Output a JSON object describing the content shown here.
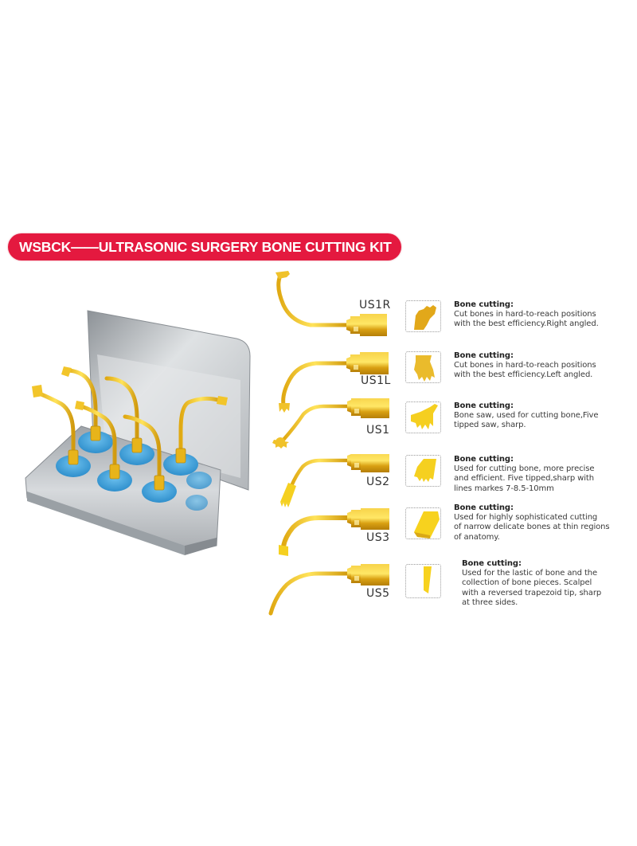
{
  "banner": {
    "title": "WSBCK——ULTRASONIC SURGERY BONE CUTTING KIT",
    "color": "#e4193f"
  },
  "kit_image": {
    "description": "Stainless steel autoclavable box holding six gold-coated ultrasonic tips in blue silicone holders",
    "tips_count": 6
  },
  "tips": [
    {
      "model": "US1R",
      "title": "Bone cutting:",
      "description": "Cut bones in hard-to-reach positions\nwith the best efficiency.Right  angled."
    },
    {
      "model": "US1L",
      "title": "Bone cutting:",
      "description": "Cut bones in hard-to-reach positions\nwith the best efficiency.Left angled."
    },
    {
      "model": "US1",
      "title": "Bone cutting:",
      "description": "Bone saw, used for cutting bone,Five\ntipped saw, sharp."
    },
    {
      "model": "US2",
      "title": "Bone cutting:",
      "description": "Used for cutting bone, more precise\nand efficient. Five tipped,sharp with\nlines markes 7-8.5-10mm"
    },
    {
      "model": "US3",
      "title": "Bone cutting:",
      "description": "Used for highly sophisticated cutting\nof narrow delicate bones at thin regions\nof anatomy."
    },
    {
      "model": "US5",
      "title": "Bone cutting:",
      "description": "Used for the lastic of bone and the\ncollection of bone pieces. Scalpel\nwith a reversed trapezoid tip, sharp\nat three sides."
    }
  ],
  "colors": {
    "gold": "#e8b81a",
    "gold_dark": "#c98f0c",
    "gold_light": "#ffe04a",
    "steel": "#b9bcc0",
    "holder_blue": "#4aa8e0",
    "text": "#333333"
  }
}
